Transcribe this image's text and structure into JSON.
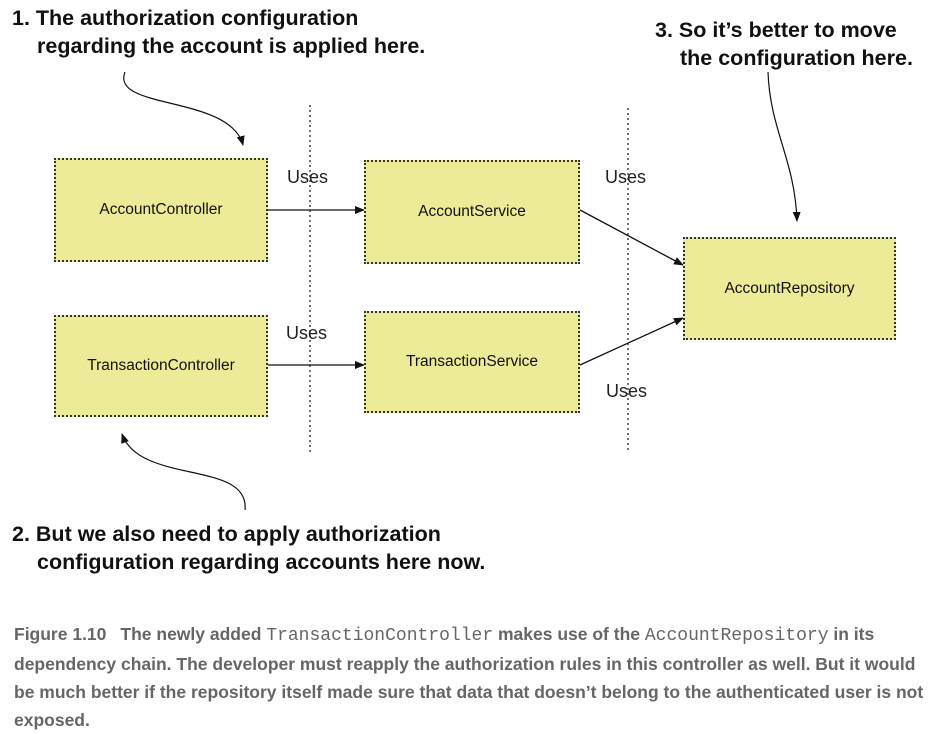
{
  "annotations": {
    "one": {
      "line1": "1. The authorization configuration",
      "line2": "regarding the account is applied here."
    },
    "two": {
      "line1": "2. But we also need to apply authorization",
      "line2": "configuration regarding accounts here now."
    },
    "three": {
      "line1": "3. So it’s better to move",
      "line2": "the configuration here."
    }
  },
  "nodes": {
    "account_controller": "AccountController",
    "account_service": "AccountService",
    "account_repository": "AccountRepository",
    "transaction_controller": "TransactionController",
    "transaction_service": "TransactionService"
  },
  "edges": {
    "uses_1": "Uses",
    "uses_2": "Uses",
    "uses_3": "Uses",
    "uses_4": "Uses"
  },
  "caption": {
    "number": "Figure 1.10",
    "part1": "The newly added ",
    "code1": "TransactionController",
    "part2": " makes use of the ",
    "code2": "AccountRepository",
    "part3": " in its dependency chain. The developer must reapply the authorization rules in this controller as well. But it would be much better if the repository itself made sure that data that doesn’t belong to the authenticated user is not exposed."
  },
  "colors": {
    "box_fill": "#ecec98",
    "caption_text": "#666666"
  }
}
